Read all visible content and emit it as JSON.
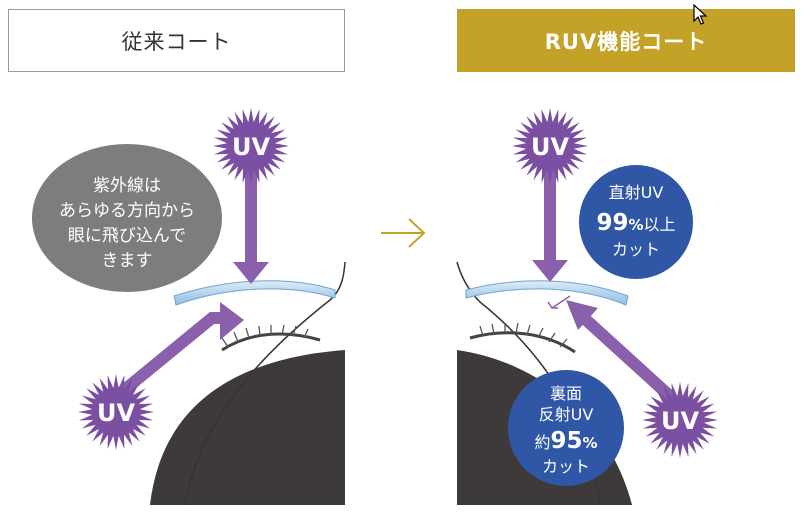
{
  "labels": {
    "conventional": "従来コート",
    "ruv": "RUV機能コート"
  },
  "uv_badge": "UV",
  "conventional_bubble": {
    "lines": [
      "紫外線は",
      "あらゆる方向から",
      "眼に飛び込んで",
      "きます"
    ]
  },
  "direct_bubble": {
    "line1": "直射UV",
    "line2_num": "99",
    "line2_pct": "%",
    "line2_rest": "以上",
    "line3": "カット"
  },
  "reflect_bubble": {
    "line1": "裏面",
    "line2": "反射UV",
    "line3_pre": "約",
    "line3_num": "95",
    "line3_pct": "%",
    "line4": "カット"
  },
  "colors": {
    "gold": "#c4a227",
    "uv_purple": "#7b4fa2",
    "arrow_purple": "#8a5fab",
    "bubble_gray": "#7d7d7d",
    "bubble_blue": "#2f57a6",
    "lens_blue": "#a9cde9",
    "hair_dark": "#3e3a3a"
  },
  "icons": {
    "transition": "arrow-right-icon",
    "cursor": "mouse-cursor-icon"
  }
}
